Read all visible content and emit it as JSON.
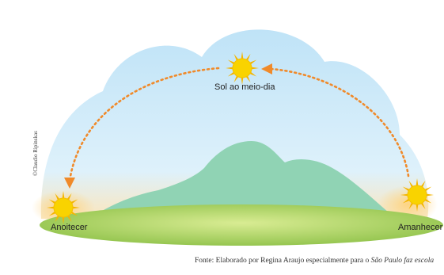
{
  "labels": {
    "noon": "Sol ao meio-dia",
    "dusk": "Anoitecer",
    "dawn": "Amanhecer"
  },
  "credit": "©Claudio Ripinskas",
  "source": {
    "text": "Fonte: Elaborado por Regina Araujo especialmente para o ",
    "italic": "São Paulo faz escola"
  },
  "colors": {
    "sky_top": "#bfe3f7",
    "sky_bottom": "#eaf6fc",
    "horizon_glow": "#f7d79a",
    "ground": "#9ccc4e",
    "ground_highlight": "#d4e98d",
    "hill": "#8fd3b3",
    "sun": "#f9d300",
    "sun_rays": "#f4b500",
    "arrow": "#f08a2a"
  },
  "icons": {
    "sun": "sun-icon",
    "arrow": "dotted-arrow-icon"
  }
}
